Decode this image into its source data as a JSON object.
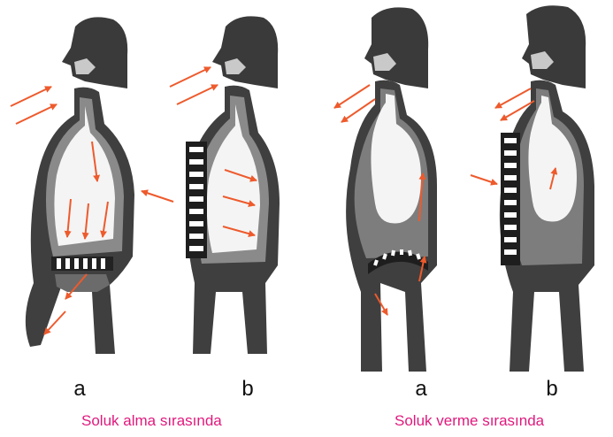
{
  "colors": {
    "arrow": "#ee5a2c",
    "caption": "#e0197d",
    "body_dark": "#3a3a3a",
    "body_mid": "#7d7d7d",
    "cavity": "#f4f4f4",
    "ink": "#111111"
  },
  "figures": [
    {
      "id": "inhale-a",
      "letter": "a",
      "phase": "inhale",
      "diaphragm": "flat",
      "ribs": "horizontal"
    },
    {
      "id": "inhale-b",
      "letter": "b",
      "phase": "inhale",
      "diaphragm": "flat",
      "ribs": "lifted"
    },
    {
      "id": "exhale-a",
      "letter": "a",
      "phase": "exhale",
      "diaphragm": "domed",
      "ribs": "horizontal"
    },
    {
      "id": "exhale-b",
      "letter": "b",
      "phase": "exhale",
      "diaphragm": "domed",
      "ribs": "lowered"
    }
  ],
  "captions": {
    "inhale": "Soluk alma sırasında",
    "exhale": "Soluk verme sırasında"
  },
  "icons": {
    "airflow": "arrow-icon"
  }
}
